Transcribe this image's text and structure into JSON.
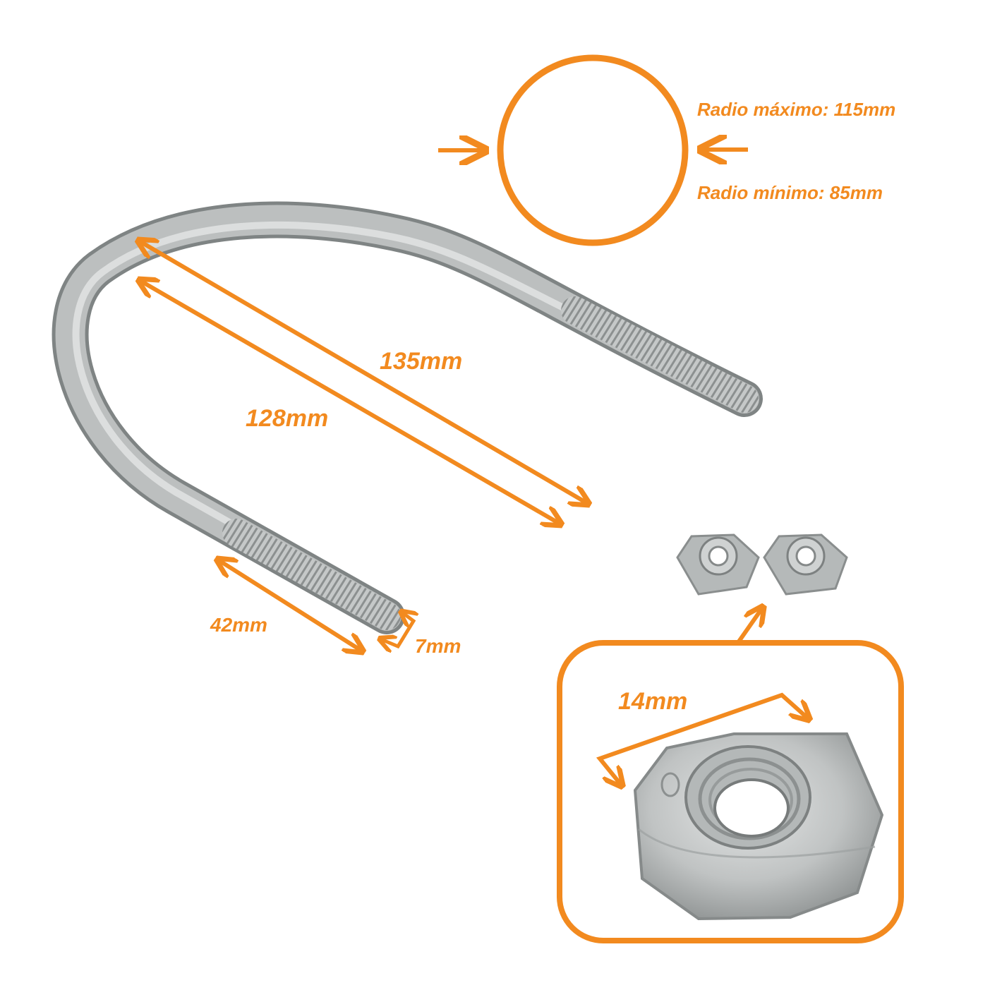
{
  "colors": {
    "accent": "#f28a1f",
    "steel": "#b9bcbc",
    "steel_dark": "#8e9191",
    "steel_light": "#dcdede"
  },
  "radius": {
    "max_label": "Radio máximo: 115mm",
    "min_label": "Radio mínimo: 85mm"
  },
  "dimensions": {
    "outer_length": "135mm",
    "inner_length": "128mm",
    "thread_length": "42mm",
    "thread_diameter": "7mm",
    "nut_width": "14mm"
  },
  "icons": {
    "u_bolt": "u-bolt-icon",
    "nut": "hex-nut-icon",
    "pipe": "pipe-circle-icon"
  }
}
